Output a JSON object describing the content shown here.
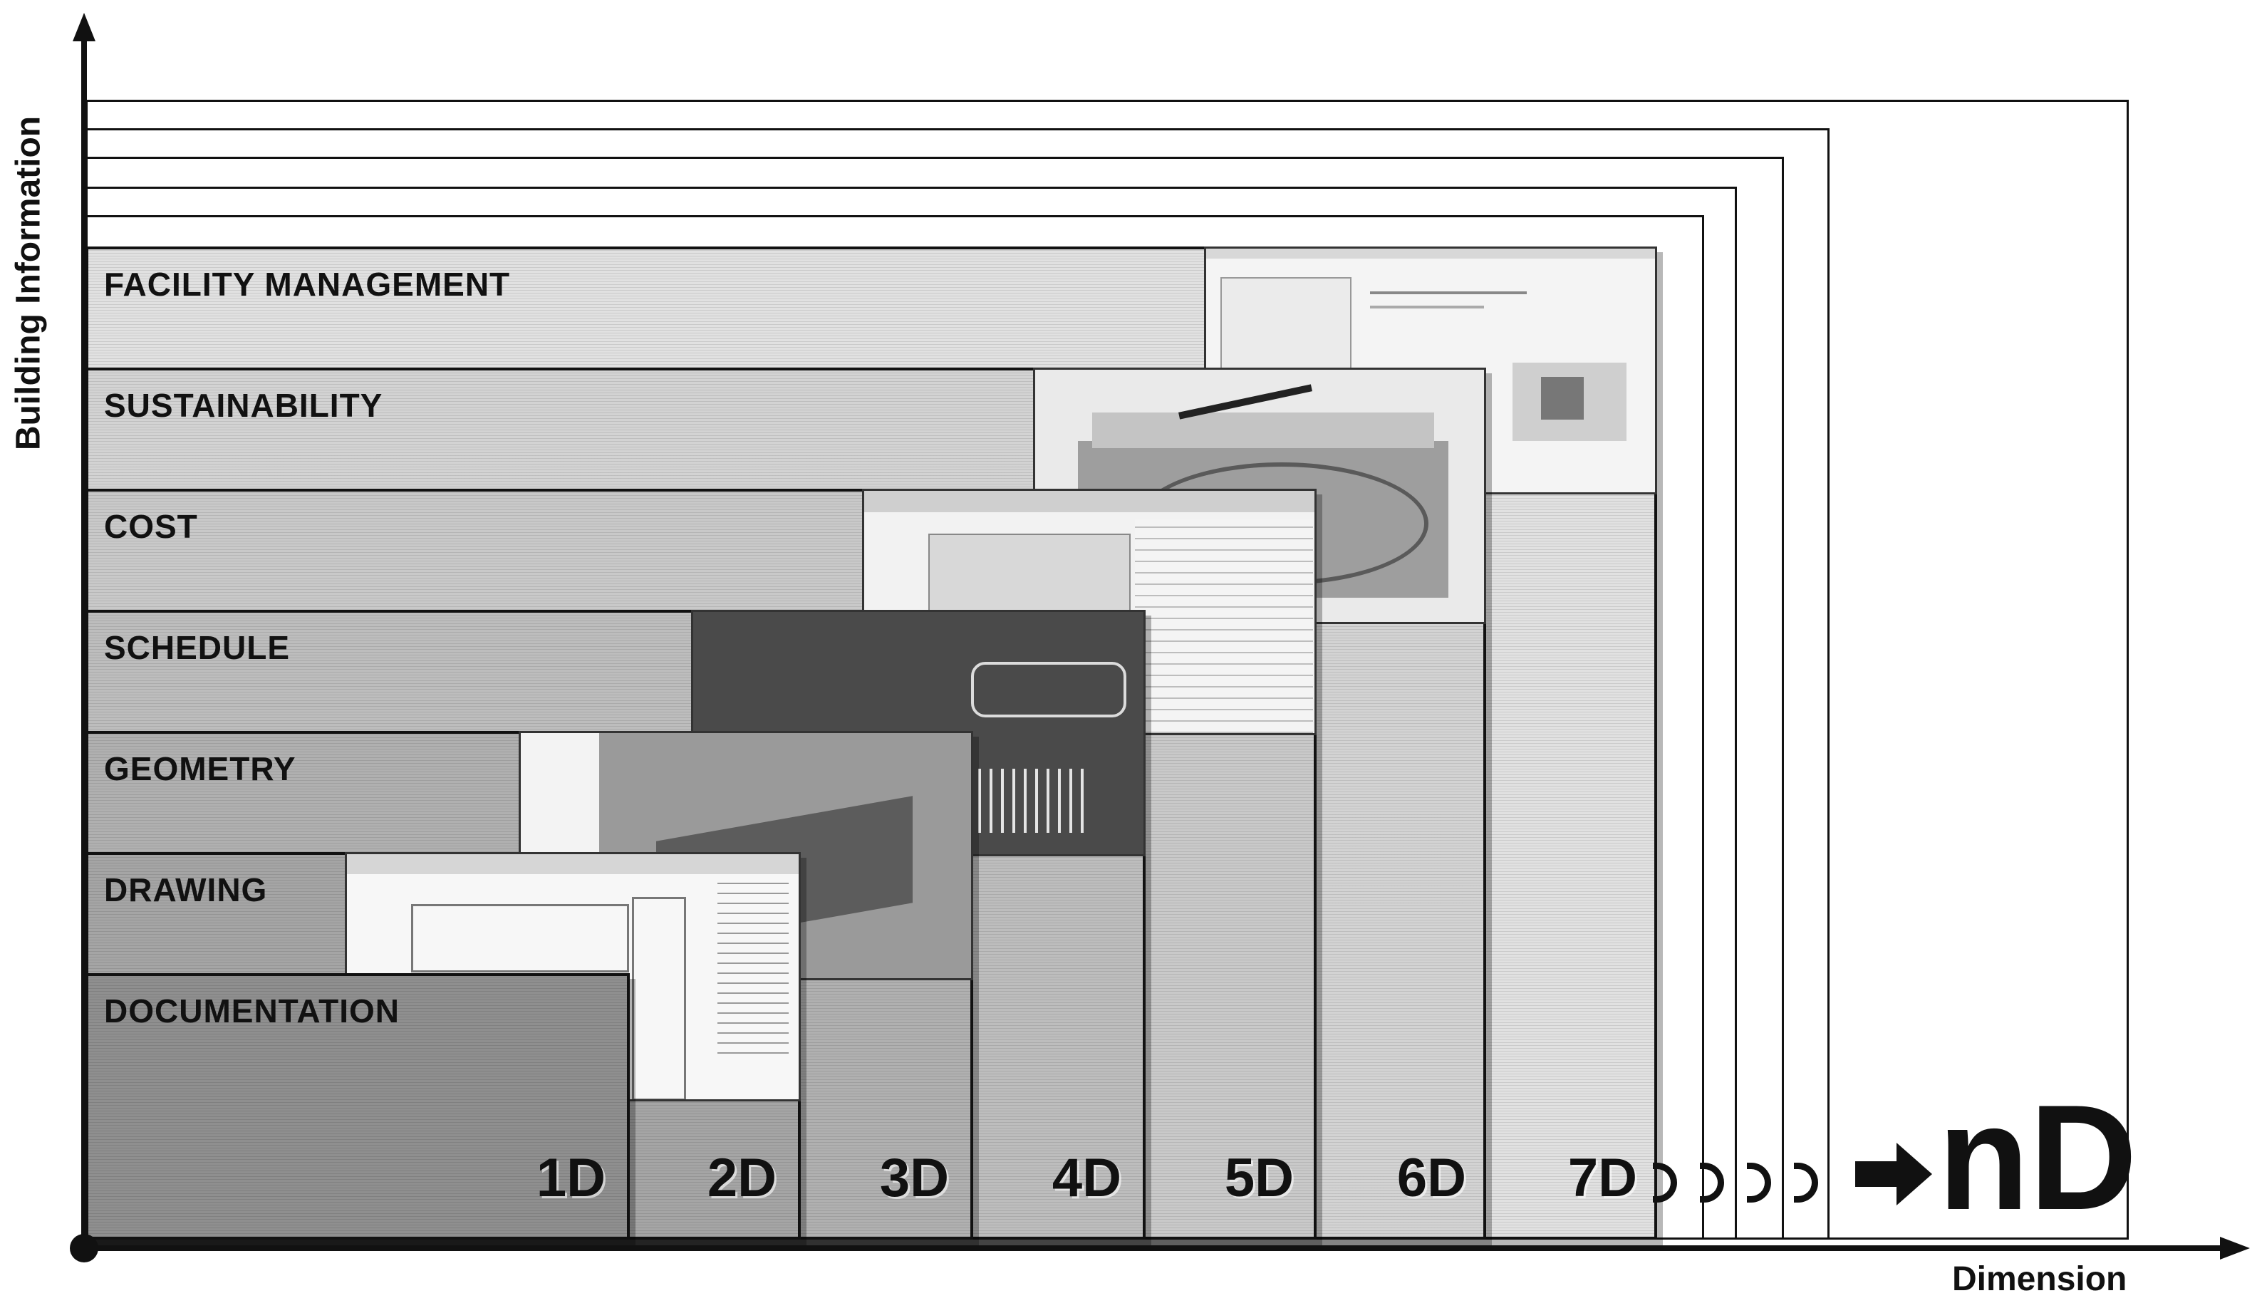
{
  "axes": {
    "y_label": "Building Information",
    "x_label": "Dimension"
  },
  "layers": [
    {
      "label": "DOCUMENTATION",
      "dimension": "1D"
    },
    {
      "label": "DRAWING",
      "dimension": "2D"
    },
    {
      "label": "GEOMETRY",
      "dimension": "3D"
    },
    {
      "label": "SCHEDULE",
      "dimension": "4D"
    },
    {
      "label": "COST",
      "dimension": "5D"
    },
    {
      "label": "SUSTAINABILITY",
      "dimension": "6D"
    },
    {
      "label": "FACILITY MANAGEMENT",
      "dimension": "7D"
    }
  ],
  "continuation": {
    "symbol": "➡",
    "label": "nD",
    "extra_layers": 5,
    "ellipsis_marks": 4
  },
  "colors": {
    "ink": "#111111",
    "documentation": "#8f8f8f",
    "drawing": "#a5a5a5",
    "geometry": "#b0b0b0",
    "schedule": "#bdbdbd",
    "cost": "#c9c9c9",
    "sustainability": "#d3d3d3",
    "facility_management": "#e1e1e1"
  }
}
